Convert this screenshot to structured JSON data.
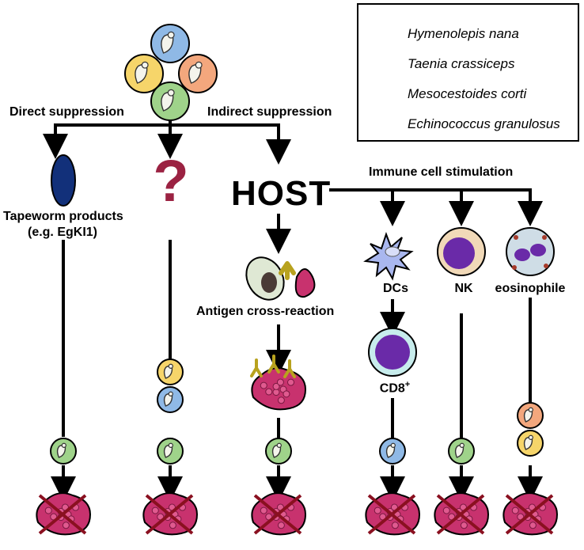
{
  "colors": {
    "hymenolepis": "#f6d56a",
    "taenia": "#8fb9e6",
    "mesocestoides": "#f3a77d",
    "echinococcus": "#9fd38a",
    "tumor": "#c8326e",
    "antibody": "#b8a21e",
    "question": "#9b2242",
    "product": "#12307a",
    "dc": "#a9b7ef",
    "cell_nucleus": "#6a2aa8",
    "cross": "#8a1020"
  },
  "legend": {
    "items": [
      {
        "species": "Hymenolepis nana",
        "color_key": "hymenolepis"
      },
      {
        "species": "Taenia crassiceps",
        "color_key": "taenia"
      },
      {
        "species": "Mesocestoides corti",
        "color_key": "mesocestoides"
      },
      {
        "species": "Echinococcus granulosus",
        "color_key": "echinococcus"
      }
    ]
  },
  "labels": {
    "direct": "Direct suppression",
    "indirect": "Indirect suppression",
    "host": "HOST",
    "immune": "Immune cell stimulation",
    "products_line1": "Tapeworm products",
    "products_line2": "(e.g. EgKI1)",
    "question_mark": "?",
    "antigen": "Antigen cross-reaction",
    "dcs": "DCs",
    "cd8": "CD8",
    "cd8_sup": "+",
    "nk": "NK",
    "eos": "eosinophile"
  }
}
